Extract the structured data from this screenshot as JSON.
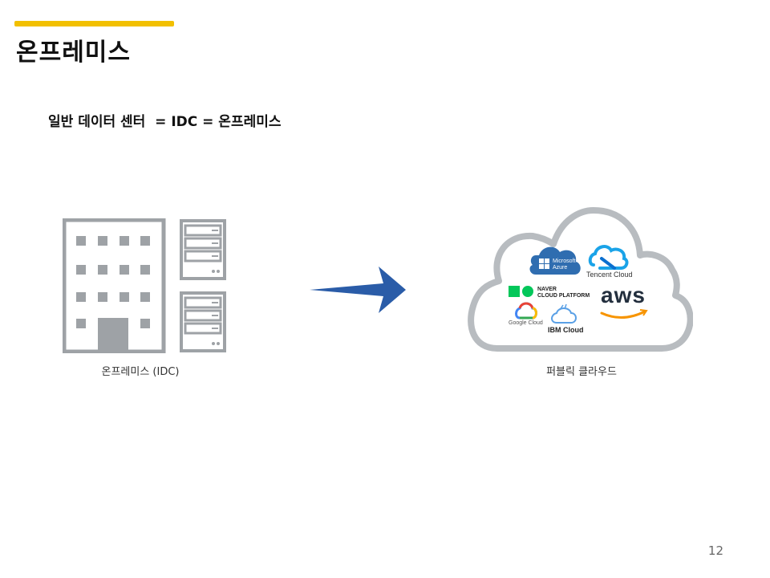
{
  "header": {
    "title": "온프레미스",
    "accent_color": "#f2c000"
  },
  "subtitle": "일반 데이터 센터  = IDC = 온프레미스",
  "onprem": {
    "caption": "온프레미스 (IDC)",
    "icons": [
      "office-building-icon",
      "server-rack-icon",
      "server-rack-icon"
    ]
  },
  "arrow": {
    "color": "#2a5ca8"
  },
  "cloud": {
    "caption": "퍼블릭 클라우드",
    "logos": {
      "azure_line1": "Microsoft",
      "azure_line2": "Azure",
      "tencent": "Tencent Cloud",
      "naver_line1": "NAVER",
      "naver_line2": "CLOUD PLATFORM",
      "aws": "aws",
      "google": "Google Cloud",
      "ibm": "IBM Cloud"
    }
  },
  "page_number": "12"
}
